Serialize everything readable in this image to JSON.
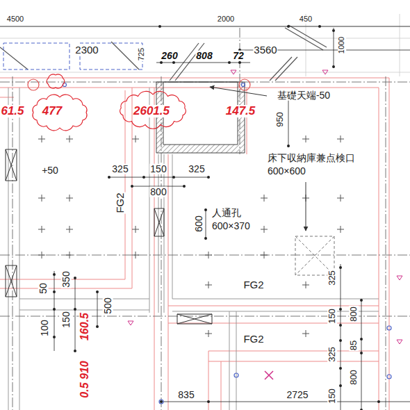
{
  "diagram": {
    "labels": [
      "4500",
      "2000",
      "450",
      "2300",
      "725",
      "260",
      "808",
      "72",
      "3560",
      "1000",
      "基礎天端-50",
      "61.5",
      "477",
      "2601.5",
      "147.5",
      "950",
      "床下収納庫兼点検口 600×600",
      "+50",
      "325",
      "150",
      "325",
      "800",
      "FG2",
      "人通孔 600×370",
      "600",
      "325",
      "350",
      "50",
      "FG2",
      "500",
      "150",
      "100",
      "160.5",
      "150",
      "800",
      "FG2",
      "85",
      "325",
      "800",
      "0.5 910",
      "835",
      "150",
      "2725"
    ]
  }
}
